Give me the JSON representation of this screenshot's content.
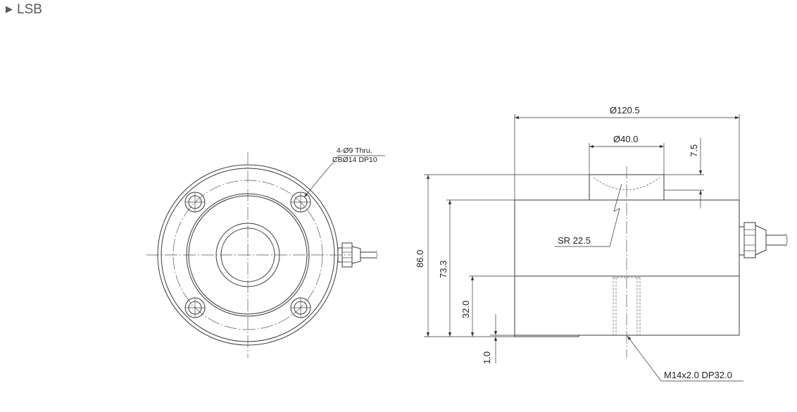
{
  "header": {
    "marker": "▶",
    "title": "LSB"
  },
  "annotations": {
    "holes_line1": "4-Ø9 Thru,",
    "holes_line2": "CBØ14 DP10",
    "dia_outer": "Ø120.5",
    "dia_top": "Ø40.0",
    "top_height": "7.5",
    "total_height": "86.0",
    "body_height": "73.3",
    "base_height": "32.0",
    "bottom_gap": "1.0",
    "sphere_radius": "SR 22.5",
    "thread": "M14x2.0 DP32.0"
  }
}
